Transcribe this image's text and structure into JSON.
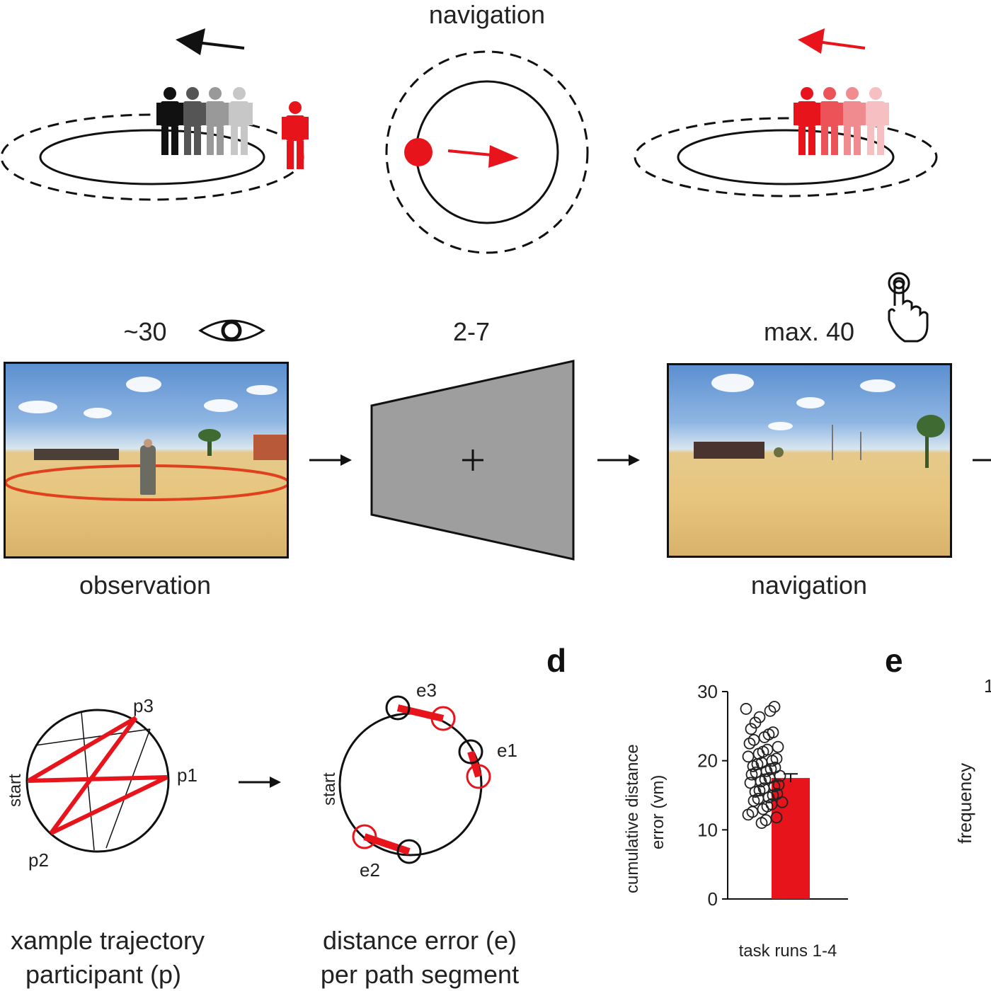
{
  "panel_a": {
    "title": "navigation",
    "colors": {
      "observation_figures": "#111111",
      "highlight": "#e8141b"
    }
  },
  "panel_b": {
    "obs_duration": "~30",
    "fixation_duration": "2-7",
    "nav_duration": "max. 40",
    "obs_label": "observation",
    "nav_label": "navigation",
    "icons": [
      "eye-icon",
      "tap-hand-icon",
      "fixation-cross-icon",
      "arrow-right-icon"
    ]
  },
  "panel_c": {
    "left": {
      "start_label": "start",
      "points": [
        "p1",
        "p2",
        "p3"
      ],
      "caption_line1": "xample trajectory",
      "caption_line2": "participant (p)"
    },
    "right": {
      "start_label": "start",
      "errors": [
        "e1",
        "e2",
        "e3"
      ],
      "caption_line1": "distance error (e)",
      "caption_line2": "per path segment"
    }
  },
  "panel_d": {
    "letter": "d"
  },
  "panel_e": {
    "letter": "e",
    "ylabel": "frequency",
    "tick_fragment": "1"
  },
  "chart_data": {
    "type": "bar",
    "categories": [
      "task runs 1-4"
    ],
    "series": [
      {
        "values": [
          17.5
        ],
        "error": 0.6,
        "color": "#e8141b"
      }
    ],
    "scatter_points": [
      27.5,
      27.8,
      27.2,
      26.3,
      25.5,
      24.6,
      24.1,
      23.8,
      23.4,
      23.0,
      22.5,
      22.0,
      21.6,
      21.3,
      21.0,
      20.6,
      20.3,
      20.0,
      19.7,
      19.5,
      19.2,
      19.0,
      18.8,
      18.5,
      18.3,
      18.0,
      17.8,
      17.5,
      17.3,
      17.0,
      16.8,
      16.5,
      16.3,
      16.0,
      15.7,
      15.5,
      15.2,
      15.0,
      14.7,
      14.5,
      14.2,
      14.0,
      13.7,
      13.4,
      13.0,
      12.6,
      12.2,
      11.8,
      11.4,
      11.0
    ],
    "ylabel_line1": "cumulative distance",
    "ylabel_line2": "error (vm)",
    "xlabel": "task runs 1-4",
    "ylim": [
      0,
      30
    ],
    "yticks": [
      0,
      10,
      20,
      30
    ]
  }
}
